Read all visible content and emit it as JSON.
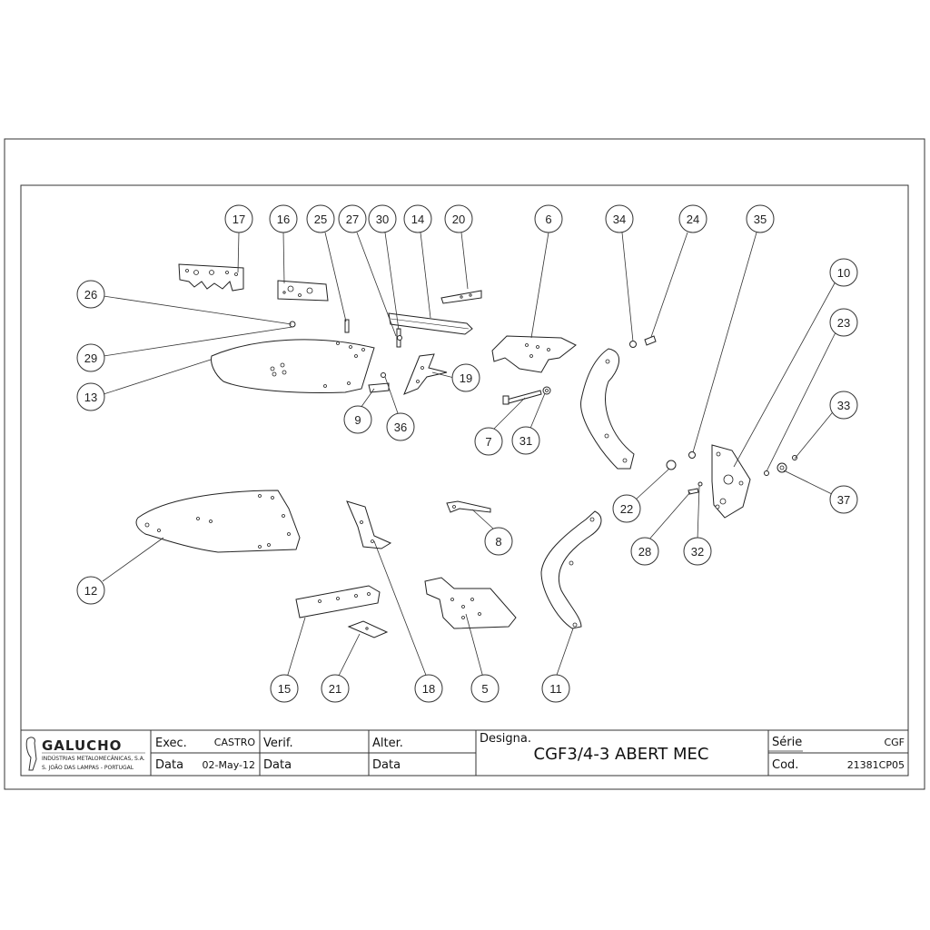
{
  "callouts": [
    "17",
    "16",
    "25",
    "27",
    "30",
    "14",
    "20",
    "6",
    "34",
    "24",
    "35",
    "10",
    "23",
    "26",
    "29",
    "13",
    "19",
    "9",
    "36",
    "7",
    "31",
    "33",
    "22",
    "37",
    "28",
    "32",
    "8",
    "12",
    "15",
    "21",
    "18",
    "5",
    "11"
  ],
  "title_block": {
    "logo": {
      "name": "GALUCHO",
      "line1": "INDÚSTRIAS METALOMECÂNICAS, S.A.",
      "line2": "S. JOÃO DAS LAMPAS - PORTUGAL"
    },
    "exec_label": "Exec.",
    "exec_value": "CASTRO",
    "data_label": "Data",
    "data_value": "02-May-12",
    "verif_label": "Verif.",
    "verif_data_label": "Data",
    "alter_label": "Alter.",
    "alter_data_label": "Data",
    "designa_label": "Designa.",
    "designa_value": "CGF3/4-3 ABERT MEC",
    "serie_label": "Série",
    "serie_value": "CGF",
    "cod_label": "Cod.",
    "cod_value": "21381CP05"
  }
}
